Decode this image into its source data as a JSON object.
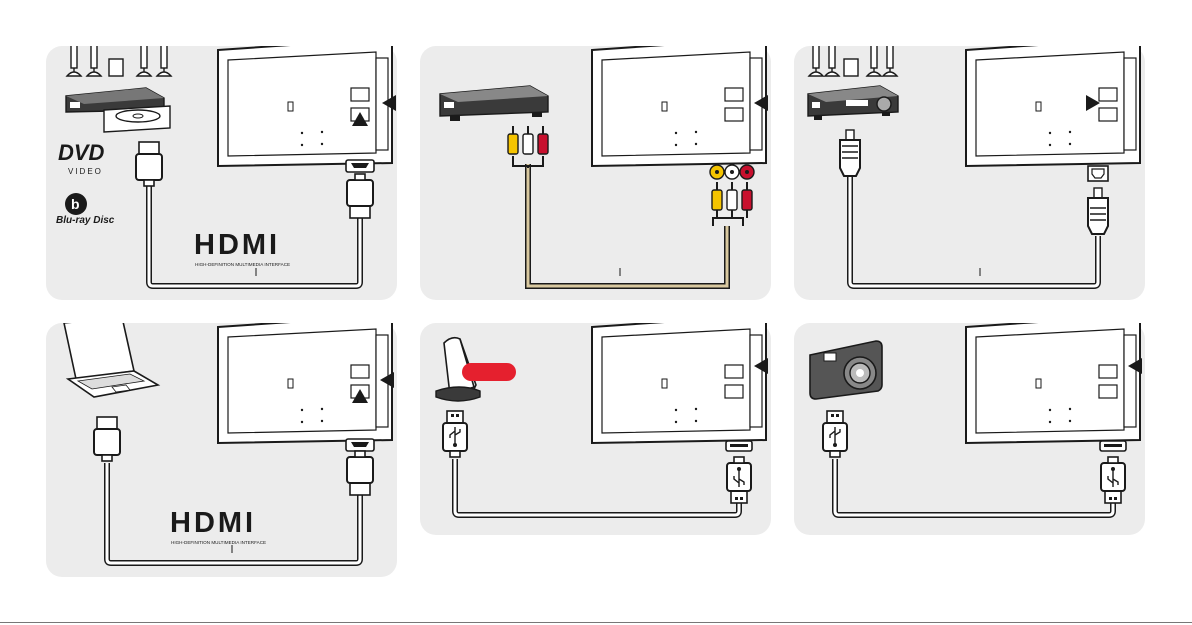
{
  "logos": {
    "hdmi": "HDMI",
    "hdmi_tagline": "HIGH-DEFINITION MULTIMEDIA INTERFACE",
    "dvd": "DVD",
    "dvd_sub": "VIDEO",
    "bluray": "Blu-ray Disc"
  },
  "colors": {
    "panel_bg": "#ececec",
    "line": "#1a1a1a",
    "cable": "#ffffff",
    "accent_red": "#e5202e",
    "rca_yellow": "#f5c400",
    "rca_white": "#ffffff",
    "rca_red": "#c8102e",
    "composite_cable": "#d9c9a0"
  },
  "panels": [
    {
      "device": "dvd-bluray-player-with-speakers",
      "connector": "hdmi"
    },
    {
      "device": "set-top-box",
      "connector": "composite-rca"
    },
    {
      "device": "home-theatre-receiver-with-speakers",
      "connector": "optical-audio"
    },
    {
      "device": "laptop",
      "connector": "hdmi"
    },
    {
      "device": "external-hard-drive",
      "connector": "usb"
    },
    {
      "device": "digital-camera",
      "connector": "usb"
    }
  ]
}
